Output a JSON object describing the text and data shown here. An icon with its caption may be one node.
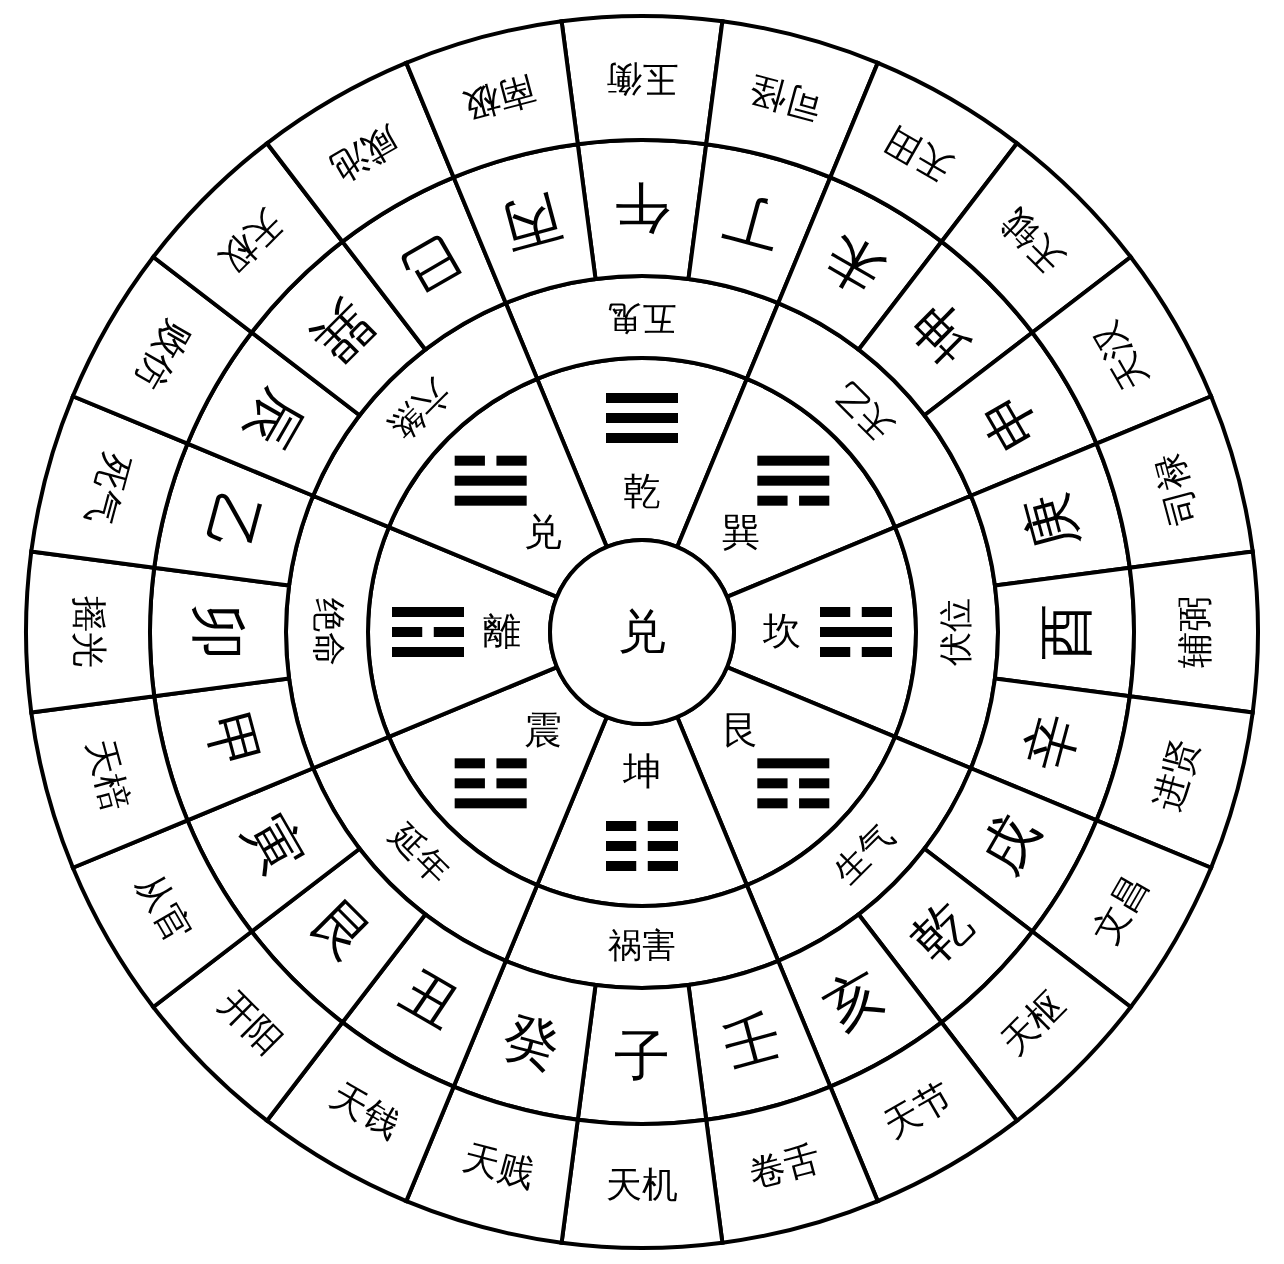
{
  "diagram": {
    "nodes": [
      {
        "text": [
          "兑"
        ]
      },
      {
        "text": [
          "乾"
        ]
      },
      {
        "text": [
          "巽"
        ]
      },
      {
        "text": [
          "坎"
        ]
      },
      {
        "text": [
          "艮"
        ]
      },
      {
        "text": [
          "坤"
        ]
      },
      {
        "text": [
          "震"
        ]
      },
      {
        "text": [
          "離"
        ]
      },
      {
        "text": [
          "兑"
        ]
      },
      {
        "text": [
          "五鬼"
        ]
      },
      {
        "text": [
          "天乙"
        ]
      },
      {
        "text": [
          "伏位"
        ]
      },
      {
        "text": [
          "生气"
        ]
      },
      {
        "text": [
          "祸害"
        ]
      },
      {
        "text": [
          "延年"
        ]
      },
      {
        "text": [
          "绝命"
        ]
      },
      {
        "text": [
          "六煞"
        ]
      },
      {
        "text": [
          "午"
        ]
      },
      {
        "text": [
          "丁"
        ]
      },
      {
        "text": [
          "未"
        ]
      },
      {
        "text": [
          "坤"
        ]
      },
      {
        "text": [
          "申"
        ]
      },
      {
        "text": [
          "庚"
        ]
      },
      {
        "text": [
          "酉"
        ]
      },
      {
        "text": [
          "辛"
        ]
      },
      {
        "text": [
          "戌"
        ]
      },
      {
        "text": [
          "乾"
        ]
      },
      {
        "text": [
          "亥"
        ]
      },
      {
        "text": [
          "壬"
        ]
      },
      {
        "text": [
          "子"
        ]
      },
      {
        "text": [
          "癸"
        ]
      },
      {
        "text": [
          "丑"
        ]
      },
      {
        "text": [
          "艮"
        ]
      },
      {
        "text": [
          "寅"
        ]
      },
      {
        "text": [
          "甲"
        ]
      },
      {
        "text": [
          "卯"
        ]
      },
      {
        "text": [
          "乙"
        ]
      },
      {
        "text": [
          "辰"
        ]
      },
      {
        "text": [
          "巽"
        ]
      },
      {
        "text": [
          "巳"
        ]
      },
      {
        "text": [
          "丙"
        ]
      },
      {
        "text": [
          "玉衡"
        ]
      },
      {
        "text": [
          "司怪"
        ]
      },
      {
        "text": [
          "天田"
        ]
      },
      {
        "text": [
          "天钺"
        ]
      },
      {
        "text": [
          "天汉"
        ]
      },
      {
        "text": [
          "司禄"
        ]
      },
      {
        "text": [
          "辅弼"
        ]
      },
      {
        "text": [
          "进贤"
        ]
      },
      {
        "text": [
          "文昌"
        ]
      },
      {
        "text": [
          "天枢"
        ]
      },
      {
        "text": [
          "天节"
        ]
      },
      {
        "text": [
          "卷舌"
        ]
      },
      {
        "text": [
          "天机"
        ]
      },
      {
        "text": [
          "天贱"
        ]
      },
      {
        "text": [
          "天钱"
        ]
      },
      {
        "text": [
          "开阳"
        ]
      },
      {
        "text": [
          "从官"
        ]
      },
      {
        "text": [
          "天棓"
        ]
      },
      {
        "text": [
          "摇光"
        ]
      },
      {
        "text": [
          "死气"
        ]
      },
      {
        "text": [
          "败仿"
        ]
      },
      {
        "text": [
          "天权"
        ]
      },
      {
        "text": [
          "咸池"
        ]
      },
      {
        "text": [
          "南极"
        ]
      }
    ]
  }
}
